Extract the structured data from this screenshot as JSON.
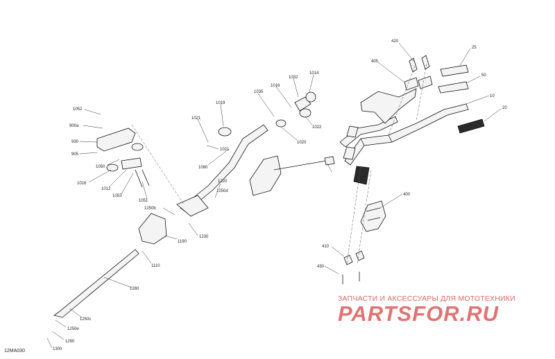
{
  "diagram_code": "12MA030",
  "watermark": {
    "tagline": "ЗАПЧАСТИ И АКСЕССУАРЫ ДЛЯ МОТОТЕХНИКИ",
    "logo": "PARTSFOR.RU"
  },
  "labels": {
    "l420": "420",
    "l405": "405",
    "l25": "25",
    "l50": "50",
    "l10": "10",
    "l20": "20",
    "l1014": "1014",
    "l1032": "1032",
    "l1016": "1016",
    "l1035": "1035",
    "l1022": "1022",
    "l1020": "1020",
    "l1019": "1019",
    "l1021a": "1021",
    "l1021b": "1021",
    "l1080": "1080",
    "l1052": "1052",
    "l900a": "900a",
    "l930": "930",
    "l905": "905",
    "l1050": "1050",
    "l1016b": "1016",
    "l1012": "1012",
    "l1053": "1053",
    "l1051": "1051",
    "l1220": "1220",
    "l1250d": "1250d",
    "l1250b": "1250b",
    "l1190": "1190",
    "l1230": "1230",
    "l1110": "1110",
    "l1280": "1280",
    "l1250c": "1250c",
    "l1250e": "1250e",
    "l1290": "1290",
    "l1300": "1300",
    "l400": "400",
    "l410": "410",
    "l430": "430"
  }
}
